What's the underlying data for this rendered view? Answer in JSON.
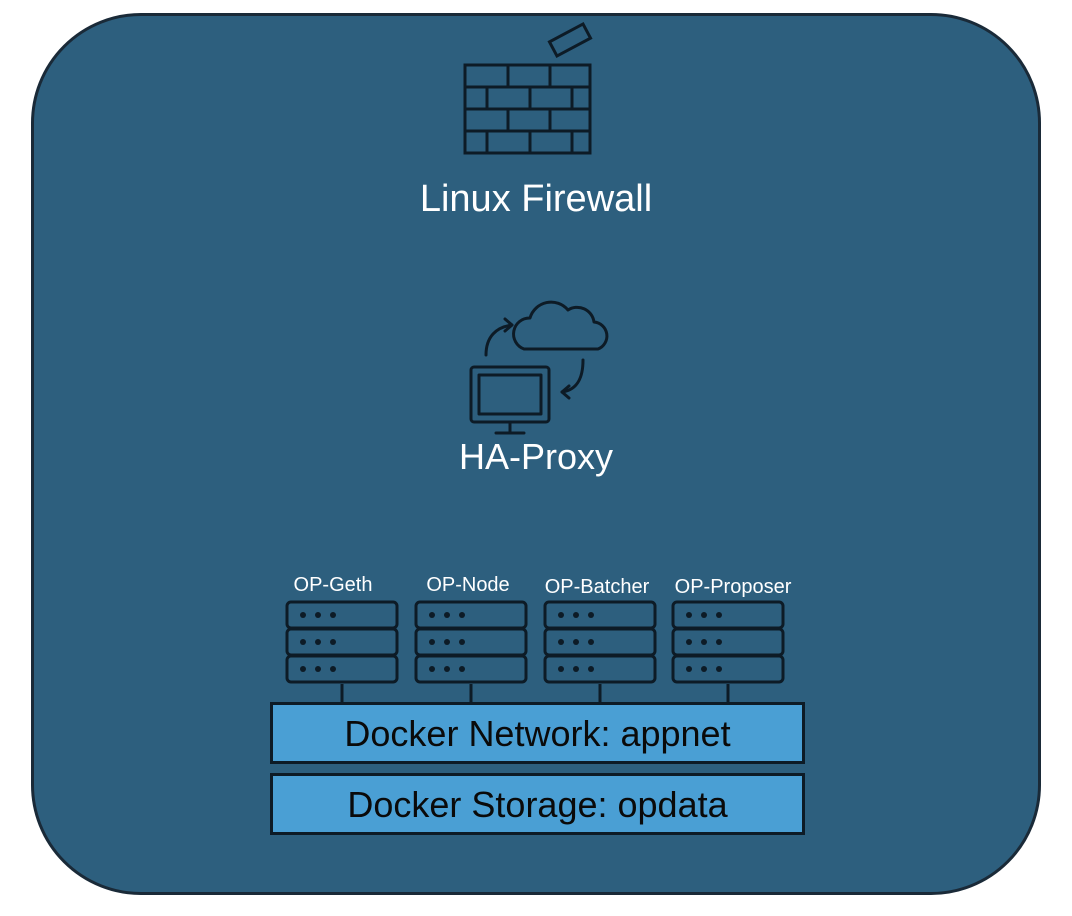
{
  "firewall": {
    "label": "Linux Firewall",
    "icon": "brick-wall-icon"
  },
  "proxy": {
    "label": "HA-Proxy",
    "icon": "monitor-cloud-sync-icon"
  },
  "services": [
    {
      "label": "OP-Geth",
      "icon": "server-rack-icon"
    },
    {
      "label": "OP-Node",
      "icon": "server-rack-icon"
    },
    {
      "label": "OP-Batcher",
      "icon": "server-rack-icon"
    },
    {
      "label": "OP-Proposer",
      "icon": "server-rack-icon"
    }
  ],
  "network": {
    "label": "Docker Network: appnet"
  },
  "storage": {
    "label": "Docker Storage: opdata"
  },
  "colors": {
    "panel": "#2d5f7e",
    "bar": "#4a9fd4",
    "stroke": "#0d1b26",
    "text": "#ffffff"
  }
}
